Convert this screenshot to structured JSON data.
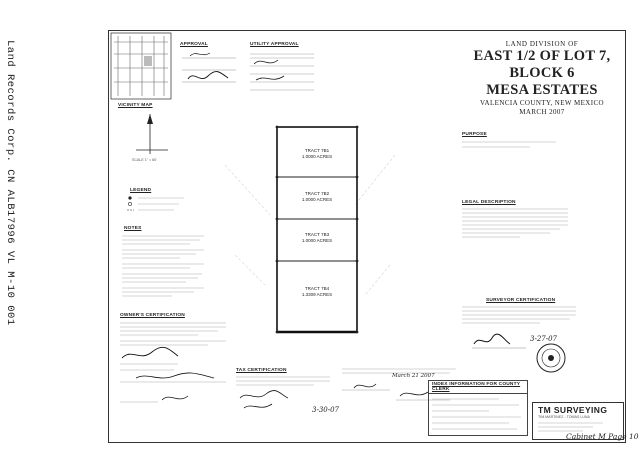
{
  "side_stamp": "Land Records Corp. CN ALB17996 VL M-10 001",
  "title": {
    "line1": "LAND DIVISION OF",
    "line2": "EAST 1/2 OF LOT 7, BLOCK 6",
    "line3": "MESA ESTATES",
    "line4": "VALENCIA COUNTY, NEW MEXICO",
    "line5": "MARCH 2007"
  },
  "labels": {
    "vicinity_map": "VICINITY MAP",
    "approval": "APPROVAL",
    "utility_approval": "UTILITY APPROVAL",
    "legend": "LEGEND",
    "notes": "NOTES",
    "purpose": "PURPOSE",
    "legal_description": "LEGAL DESCRIPTION",
    "surveyor_cert": "SURVEYOR CERTIFICATION",
    "owner_cert": "OWNER'S CERTIFICATION",
    "tax_cert": "TAX CERTIFICATION",
    "index_info": "INDEX INFORMATION FOR COUNTY CLERK"
  },
  "tracts": [
    {
      "name": "TRACT 7B1",
      "area": "1.0000 ACRES"
    },
    {
      "name": "TRACT 7B2",
      "area": "1.0000 ACRES"
    },
    {
      "name": "TRACT 7B3",
      "area": "1.0000 ACRES"
    },
    {
      "name": "TRACT 7B4",
      "area": "1.3309 ACRES"
    }
  ],
  "firm": {
    "name": "TM SURVEYING",
    "sub": "TIM MARTINEZ - TOMAS LUNA"
  },
  "handwritten": {
    "cabinet": "Cabinet M Page 10",
    "date_top": "3-27-07",
    "date_bottom": "3-30-07",
    "recorded": "March 21 2007"
  },
  "scale": "SCALE 1\" = 60'"
}
